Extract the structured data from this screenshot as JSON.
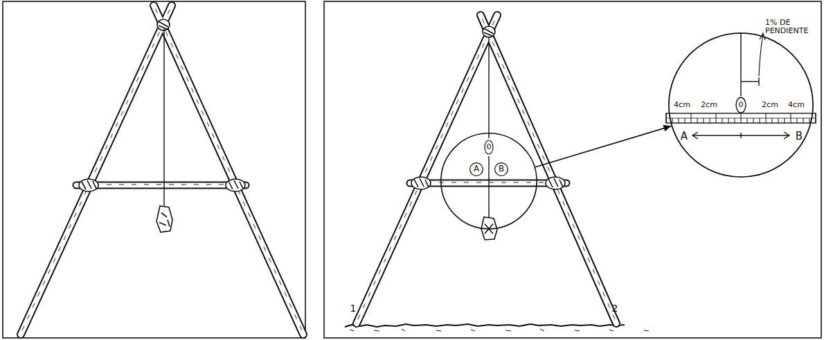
{
  "diagram": {
    "nodes": [
      {
        "text": [
          "0"
        ]
      },
      {
        "text": [
          "A"
        ],
        "in": 0
      },
      {
        "text": [
          "B"
        ],
        "in": 0
      },
      {
        "text": [
          "1% DE PENDIENTE",
          "4cm",
          "2cm",
          "0",
          "2cm",
          "4cm",
          "A",
          "B"
        ]
      }
    ],
    "edges": [
      {
        "from": 0,
        "to": 3,
        "arrow": "to"
      }
    ],
    "labels": [
      "1",
      "2"
    ]
  }
}
